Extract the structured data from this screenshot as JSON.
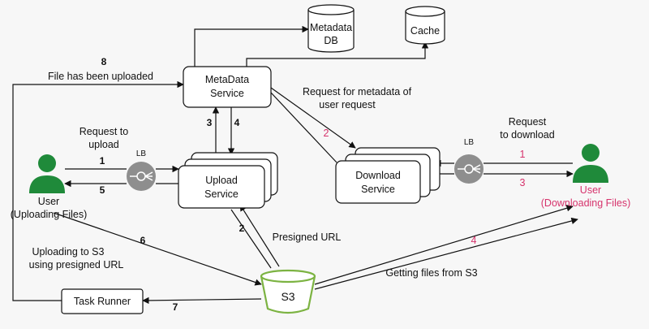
{
  "nodes": {
    "metadata_service": [
      "MetaData",
      "Service"
    ],
    "upload_service": [
      "Upload",
      "Service"
    ],
    "download_service": [
      "Download",
      "Service"
    ],
    "metadata_db": [
      "Metadata",
      "DB"
    ],
    "cache": "Cache",
    "task_runner": "Task Runner",
    "s3": "S3",
    "lb_left": "LB",
    "lb_right": "LB",
    "user_upload": [
      "User",
      "(Uploading Files)"
    ],
    "user_download": [
      "User",
      "(Downloading Files)"
    ]
  },
  "labels": {
    "file_uploaded": "File has been uploaded",
    "request_upload": [
      "Request to",
      "upload"
    ],
    "request_metadata": [
      "Request for metadata of",
      "user request"
    ],
    "request_download": [
      "Request",
      "to download"
    ],
    "presigned_url": "Presigned URL",
    "uploading_s3": [
      "Uploading to S3",
      "using presigned URL"
    ],
    "getting_files": "Getting files from S3"
  },
  "steps": {
    "s8": "8",
    "s1_left": "1",
    "s5": "5",
    "s3": "3",
    "s4": "4",
    "s2_meta": "2",
    "s2_s3": "2",
    "s6": "6",
    "s7": "7",
    "s1_right": "1",
    "s3_right": "3",
    "s4_right": "4"
  },
  "colors": {
    "accent_pink": "#d6336c",
    "user_green": "#1f8a3a",
    "s3_green": "#7cb342",
    "lb_gray": "#8e8e8e"
  },
  "icons": [
    "user-icon",
    "load-balancer-icon",
    "database-icon",
    "bucket-icon"
  ]
}
